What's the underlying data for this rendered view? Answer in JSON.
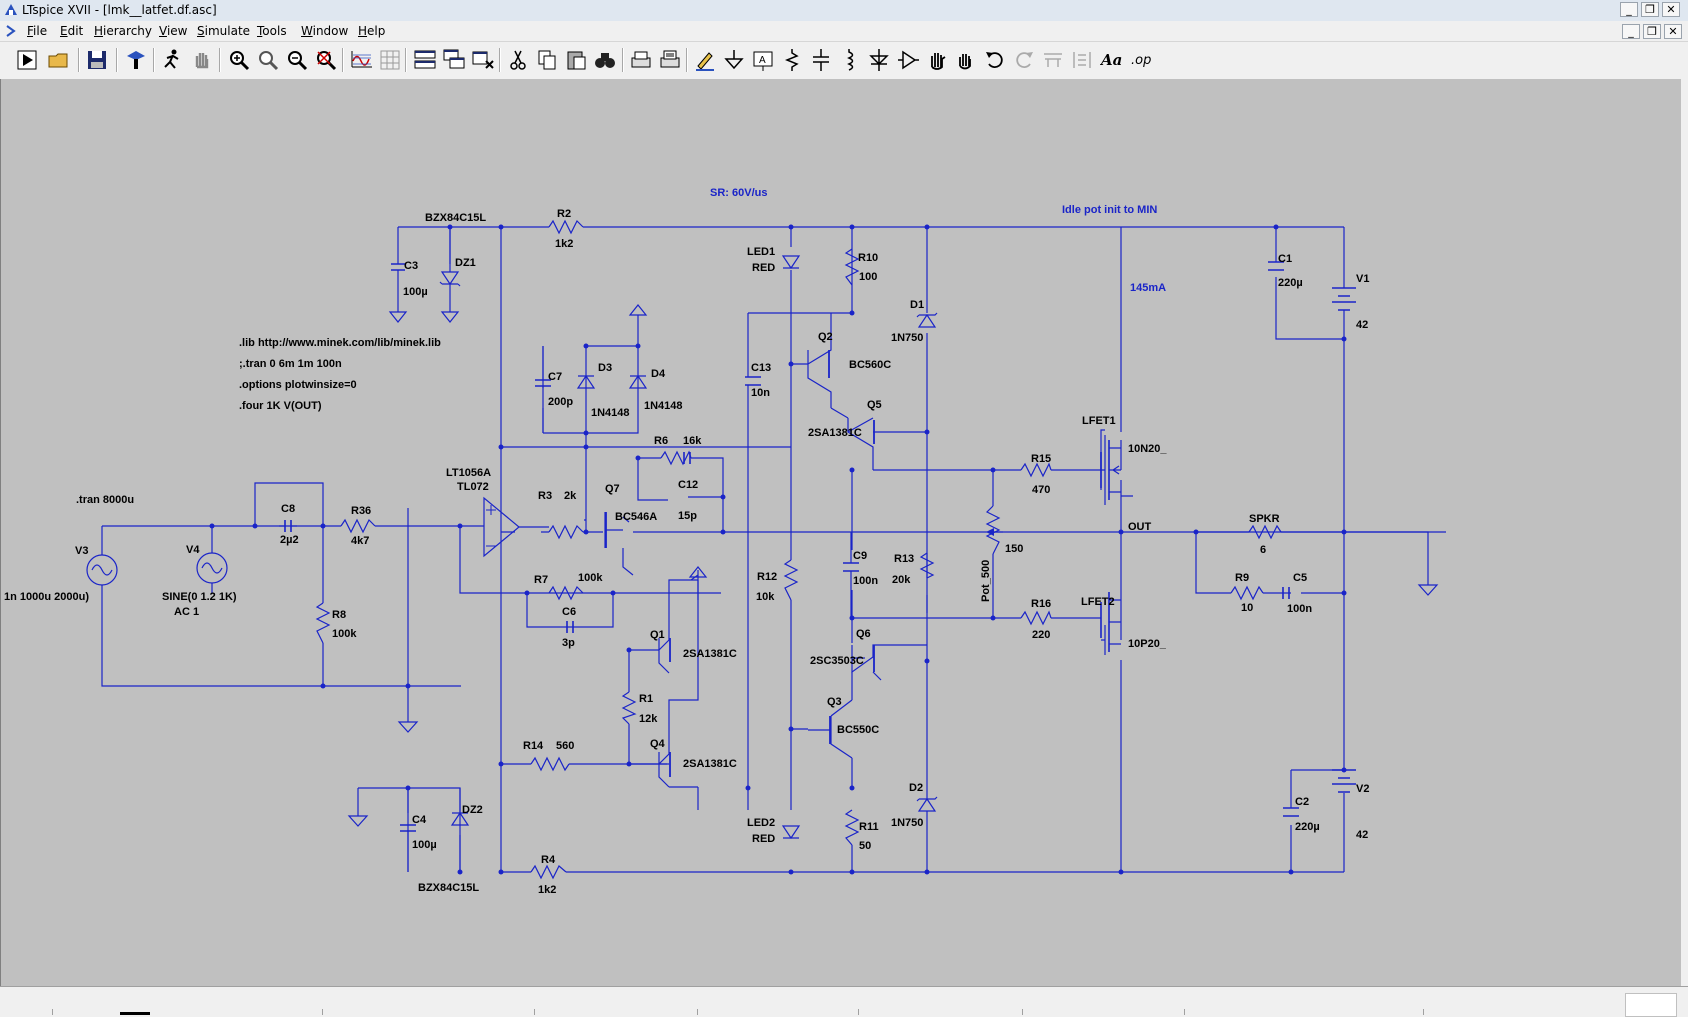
{
  "window": {
    "title": "LTspice XVII - [lmk__latfet.df.asc]",
    "controls": {
      "minimize": "_",
      "restore": "❐",
      "close": "✕"
    }
  },
  "menu": {
    "items": [
      {
        "label": "File"
      },
      {
        "label": "Edit"
      },
      {
        "label": "Hierarchy"
      },
      {
        "label": "View"
      },
      {
        "label": "Simulate"
      },
      {
        "label": "Tools"
      },
      {
        "label": "Window"
      },
      {
        "label": "Help"
      }
    ]
  },
  "toolbar": {
    "text_button": "Aa",
    "spice_directive_button": ".op"
  },
  "schematic": {
    "labels": {
      "sr": "SR: 60V/us",
      "idle": "Idle pot init to MIN",
      "current": "145mA",
      "bzx_top": "BZX84C15L",
      "bzx_bottom": "BZX84C15L",
      "lib": ".lib http://www.minek.com/lib/minek.lib",
      "tran_comment": ";.tran 0 6m 1m 100n",
      "options": ".options plotwinsize=0",
      "four": ".four 1K V(OUT)",
      "tran": ".tran 8000u",
      "opamp_name": "LT1056A",
      "opamp_model": "TL072",
      "out": "OUT",
      "v3_value": "1n 1000u 2000u)",
      "v4_value1": "SINE(0 1.2 1K)",
      "v4_value2": "AC 1",
      "pot": "Pot_500"
    },
    "components": [
      {
        "name": "R2",
        "value": "1k2"
      },
      {
        "name": "C3",
        "value": "100µ"
      },
      {
        "name": "DZ1",
        "value": ""
      },
      {
        "name": "LED1",
        "value": "RED"
      },
      {
        "name": "R10",
        "value": "100"
      },
      {
        "name": "D1",
        "value": "1N750"
      },
      {
        "name": "C1",
        "value": "220µ"
      },
      {
        "name": "V1",
        "value": "42"
      },
      {
        "name": "Q2",
        "value": "BC560C"
      },
      {
        "name": "C13",
        "value": "10n"
      },
      {
        "name": "C7",
        "value": "200p"
      },
      {
        "name": "D3",
        "value": "1N4148"
      },
      {
        "name": "D4",
        "value": "1N4148"
      },
      {
        "name": "Q5",
        "value": "2SA1381C"
      },
      {
        "name": "LFET1",
        "value": "10N20_"
      },
      {
        "name": "R6",
        "value": "16k"
      },
      {
        "name": "R15",
        "value": "470"
      },
      {
        "name": "C12",
        "value": "15p"
      },
      {
        "name": "R3",
        "value": "2k"
      },
      {
        "name": "Q7",
        "value": "BC546A"
      },
      {
        "name": "C8",
        "value": "2µ2"
      },
      {
        "name": "R36",
        "value": "4k7"
      },
      {
        "name": "SPKR",
        "value": "6"
      },
      {
        "name": "V3",
        "value": ""
      },
      {
        "name": "V4",
        "value": ""
      },
      {
        "name": "R7",
        "value": "100k"
      },
      {
        "name": "C6",
        "value": "3p"
      },
      {
        "name": "R12",
        "value": "10k"
      },
      {
        "name": "C9",
        "value": "100n"
      },
      {
        "name": "R13",
        "value": "20k"
      },
      {
        "name": "POT",
        "value": "150"
      },
      {
        "name": "R9",
        "value": "10"
      },
      {
        "name": "C5",
        "value": "100n"
      },
      {
        "name": "R16",
        "value": "220"
      },
      {
        "name": "LFET2",
        "value": "10P20_"
      },
      {
        "name": "R8",
        "value": "100k"
      },
      {
        "name": "Q1",
        "value": "2SA1381C"
      },
      {
        "name": "Q6",
        "value": "2SC3503C"
      },
      {
        "name": "R1",
        "value": "12k"
      },
      {
        "name": "Q3",
        "value": "BC550C"
      },
      {
        "name": "Q4",
        "value": "2SA1381C"
      },
      {
        "name": "R14",
        "value": "560"
      },
      {
        "name": "D2",
        "value": "1N750"
      },
      {
        "name": "C4",
        "value": "100µ"
      },
      {
        "name": "DZ2",
        "value": ""
      },
      {
        "name": "LED2",
        "value": "RED"
      },
      {
        "name": "R11",
        "value": "50"
      },
      {
        "name": "C2",
        "value": "220µ"
      },
      {
        "name": "V2",
        "value": "42"
      },
      {
        "name": "R4",
        "value": "1k2"
      }
    ]
  }
}
